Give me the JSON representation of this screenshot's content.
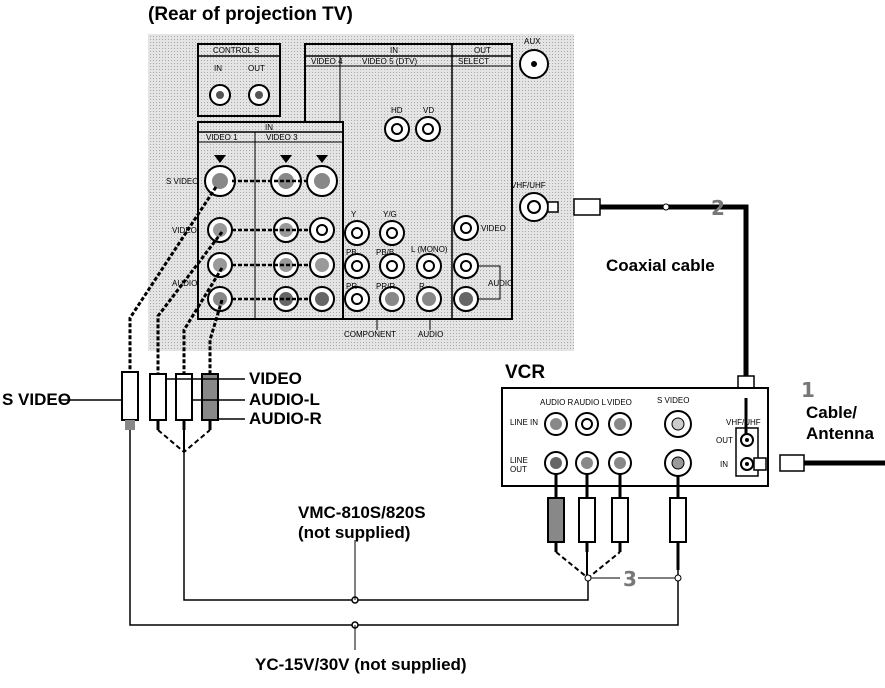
{
  "title": "(Rear of projection TV)",
  "tv_panel": {
    "control_s": "CONTROL S",
    "control_s_in": "IN",
    "control_s_out": "OUT",
    "in_header_top": "IN",
    "out_header": "OUT",
    "video4": "VIDEO 4",
    "video5": "VIDEO 5 (DTV)",
    "select": "SELECT",
    "in_header_left": "IN",
    "video1": "VIDEO 1",
    "video3": "VIDEO 3",
    "hd": "HD",
    "vd": "VD",
    "s_video": "S VIDEO",
    "video": "VIDEO",
    "audio": "AUDIO",
    "y": "Y",
    "yg": "Y/G",
    "pb": "PB",
    "pbb": "PB/B",
    "pr": "PR",
    "prr": "PR/R",
    "l_mono": "L (MONO)",
    "r": "R",
    "component": "COMPONENT",
    "audio_bottom": "AUDIO",
    "out_video": "VIDEO",
    "out_audio": "AUDIO",
    "aux": "AUX",
    "vhf_uhf": "VHF/UHF"
  },
  "vcr": {
    "title": "VCR",
    "audio_r": "AUDIO R",
    "audio_l": "AUDIO L",
    "video": "VIDEO",
    "s_video": "S VIDEO",
    "line_in": "LINE IN",
    "line_out": "LINE OUT",
    "vhf_uhf": "VHF/UHF",
    "out": "OUT",
    "in": "IN"
  },
  "labels": {
    "coaxial_cable": "Coaxial cable",
    "cable_antenna_1": "Cable/",
    "cable_antenna_2": "Antenna",
    "s_video": "S VIDEO",
    "video": "VIDEO",
    "audio_l": "AUDIO-L",
    "audio_r": "AUDIO-R",
    "vmc_1": "VMC-810S/820S",
    "vmc_2": "(not supplied)",
    "yc": "YC-15V/30V (not supplied)"
  },
  "steps": {
    "step1": "1",
    "step2": "2",
    "step3": "3"
  }
}
